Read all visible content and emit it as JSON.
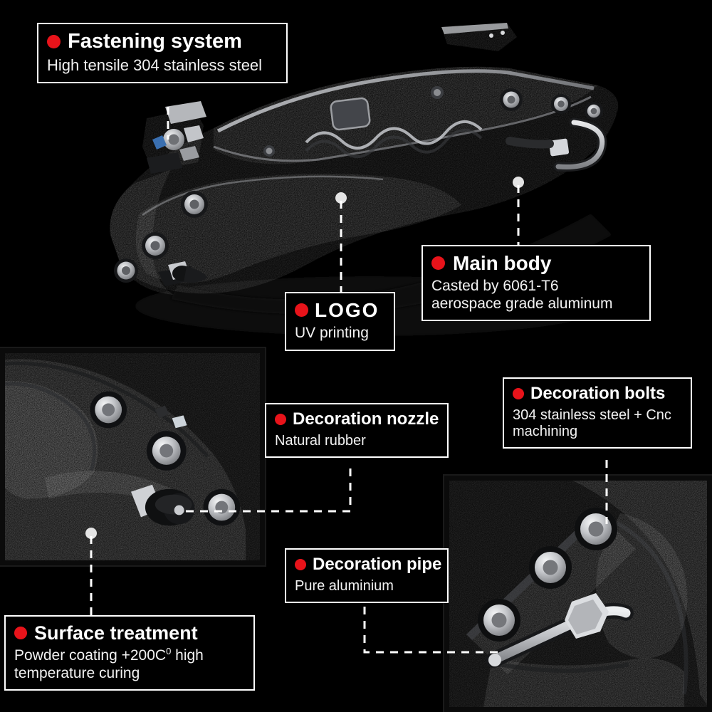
{
  "page": {
    "background_color": "#000000",
    "accent_color": "#e8131a",
    "text_color": "#ffffff",
    "product": "brake caliper cover"
  },
  "callouts": {
    "fastening": {
      "title": "Fastening system",
      "sub": "High tensile 304 stainless steel"
    },
    "main_body": {
      "title": "Main body",
      "sub_line1": "Casted by 6061-T6",
      "sub_line2": "aerospace grade aluminum"
    },
    "logo": {
      "title": "LOGO",
      "sub": "UV printing"
    },
    "nozzle": {
      "title": "Decoration nozzle",
      "sub": "Natural rubber"
    },
    "bolts": {
      "title": "Decoration bolts",
      "sub_line1": "304 stainless steel + Cnc",
      "sub_line2": "machining"
    },
    "pipe": {
      "title": "Decoration pipe",
      "sub": "Pure aluminium"
    },
    "surface": {
      "title": "Surface treatment",
      "sub_line1_a": "Powder coating +200C",
      "sub_line1_sup": "0",
      "sub_line1_b": " high",
      "sub_line2": "temperature curing"
    }
  }
}
